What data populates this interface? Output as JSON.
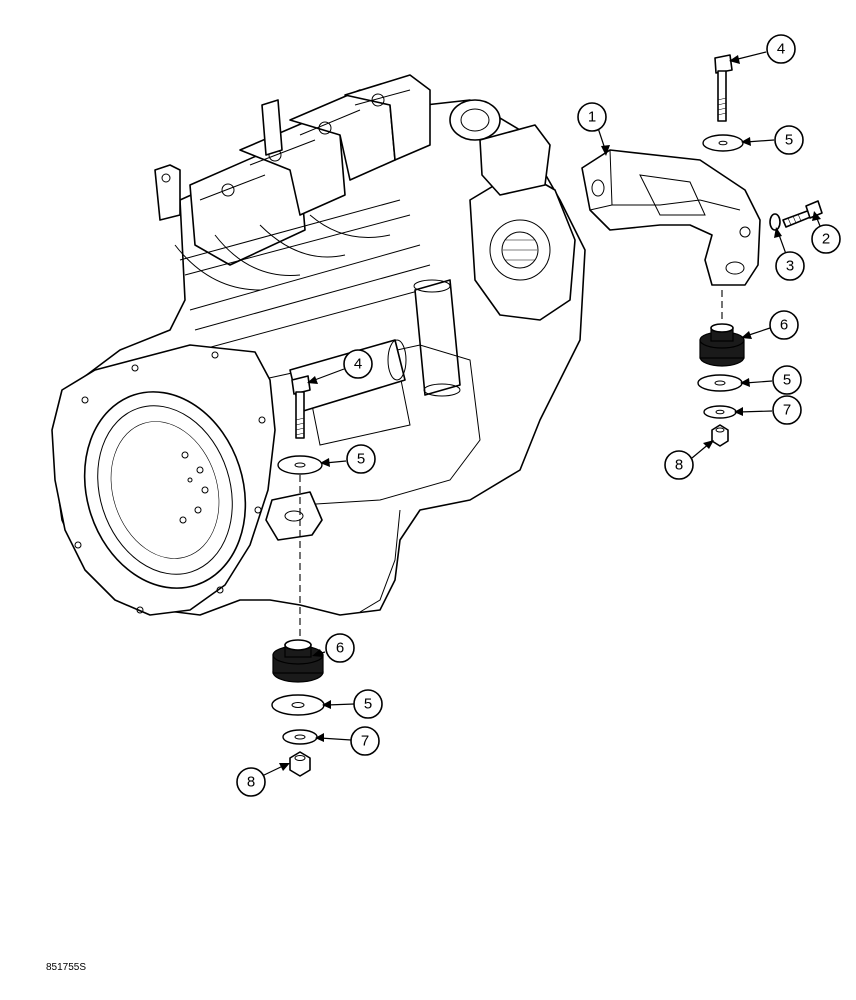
{
  "callouts": {
    "bracket": "1",
    "bracket_bolt": "2",
    "lock_washer": "3",
    "top_bolt_right": "4",
    "top_bolt_left": "4",
    "washer_upper_right": "5",
    "washer_lower_right": "5",
    "washer_upper_left": "5",
    "washer_lower_left": "5",
    "isolator_right": "6",
    "isolator_left": "6",
    "washer_small_right": "7",
    "washer_small_left": "7",
    "nut_right": "8",
    "nut_left": "8"
  },
  "figure_code": "851755S"
}
